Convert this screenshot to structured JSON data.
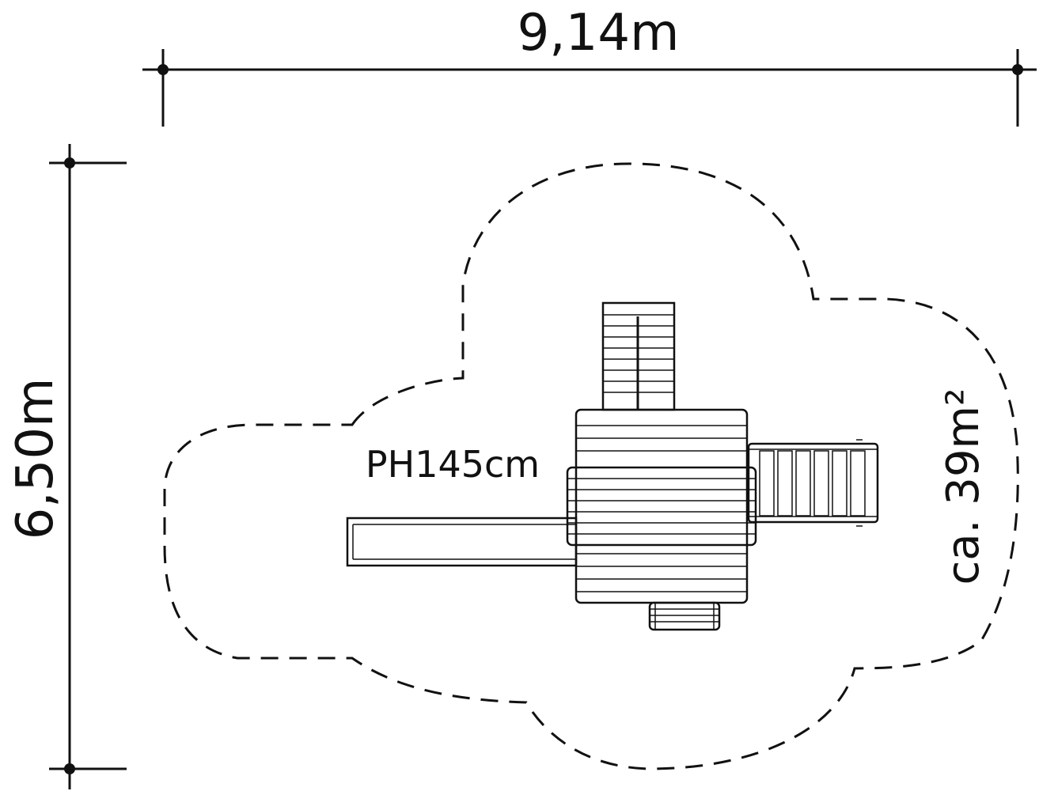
{
  "dimensions": {
    "width_label": "9,14m",
    "height_label": "6,50m"
  },
  "platform_height_label": "PH145cm",
  "area_label": "ca. 39m²",
  "colors": {
    "ink": "#111111",
    "background": "#ffffff"
  }
}
